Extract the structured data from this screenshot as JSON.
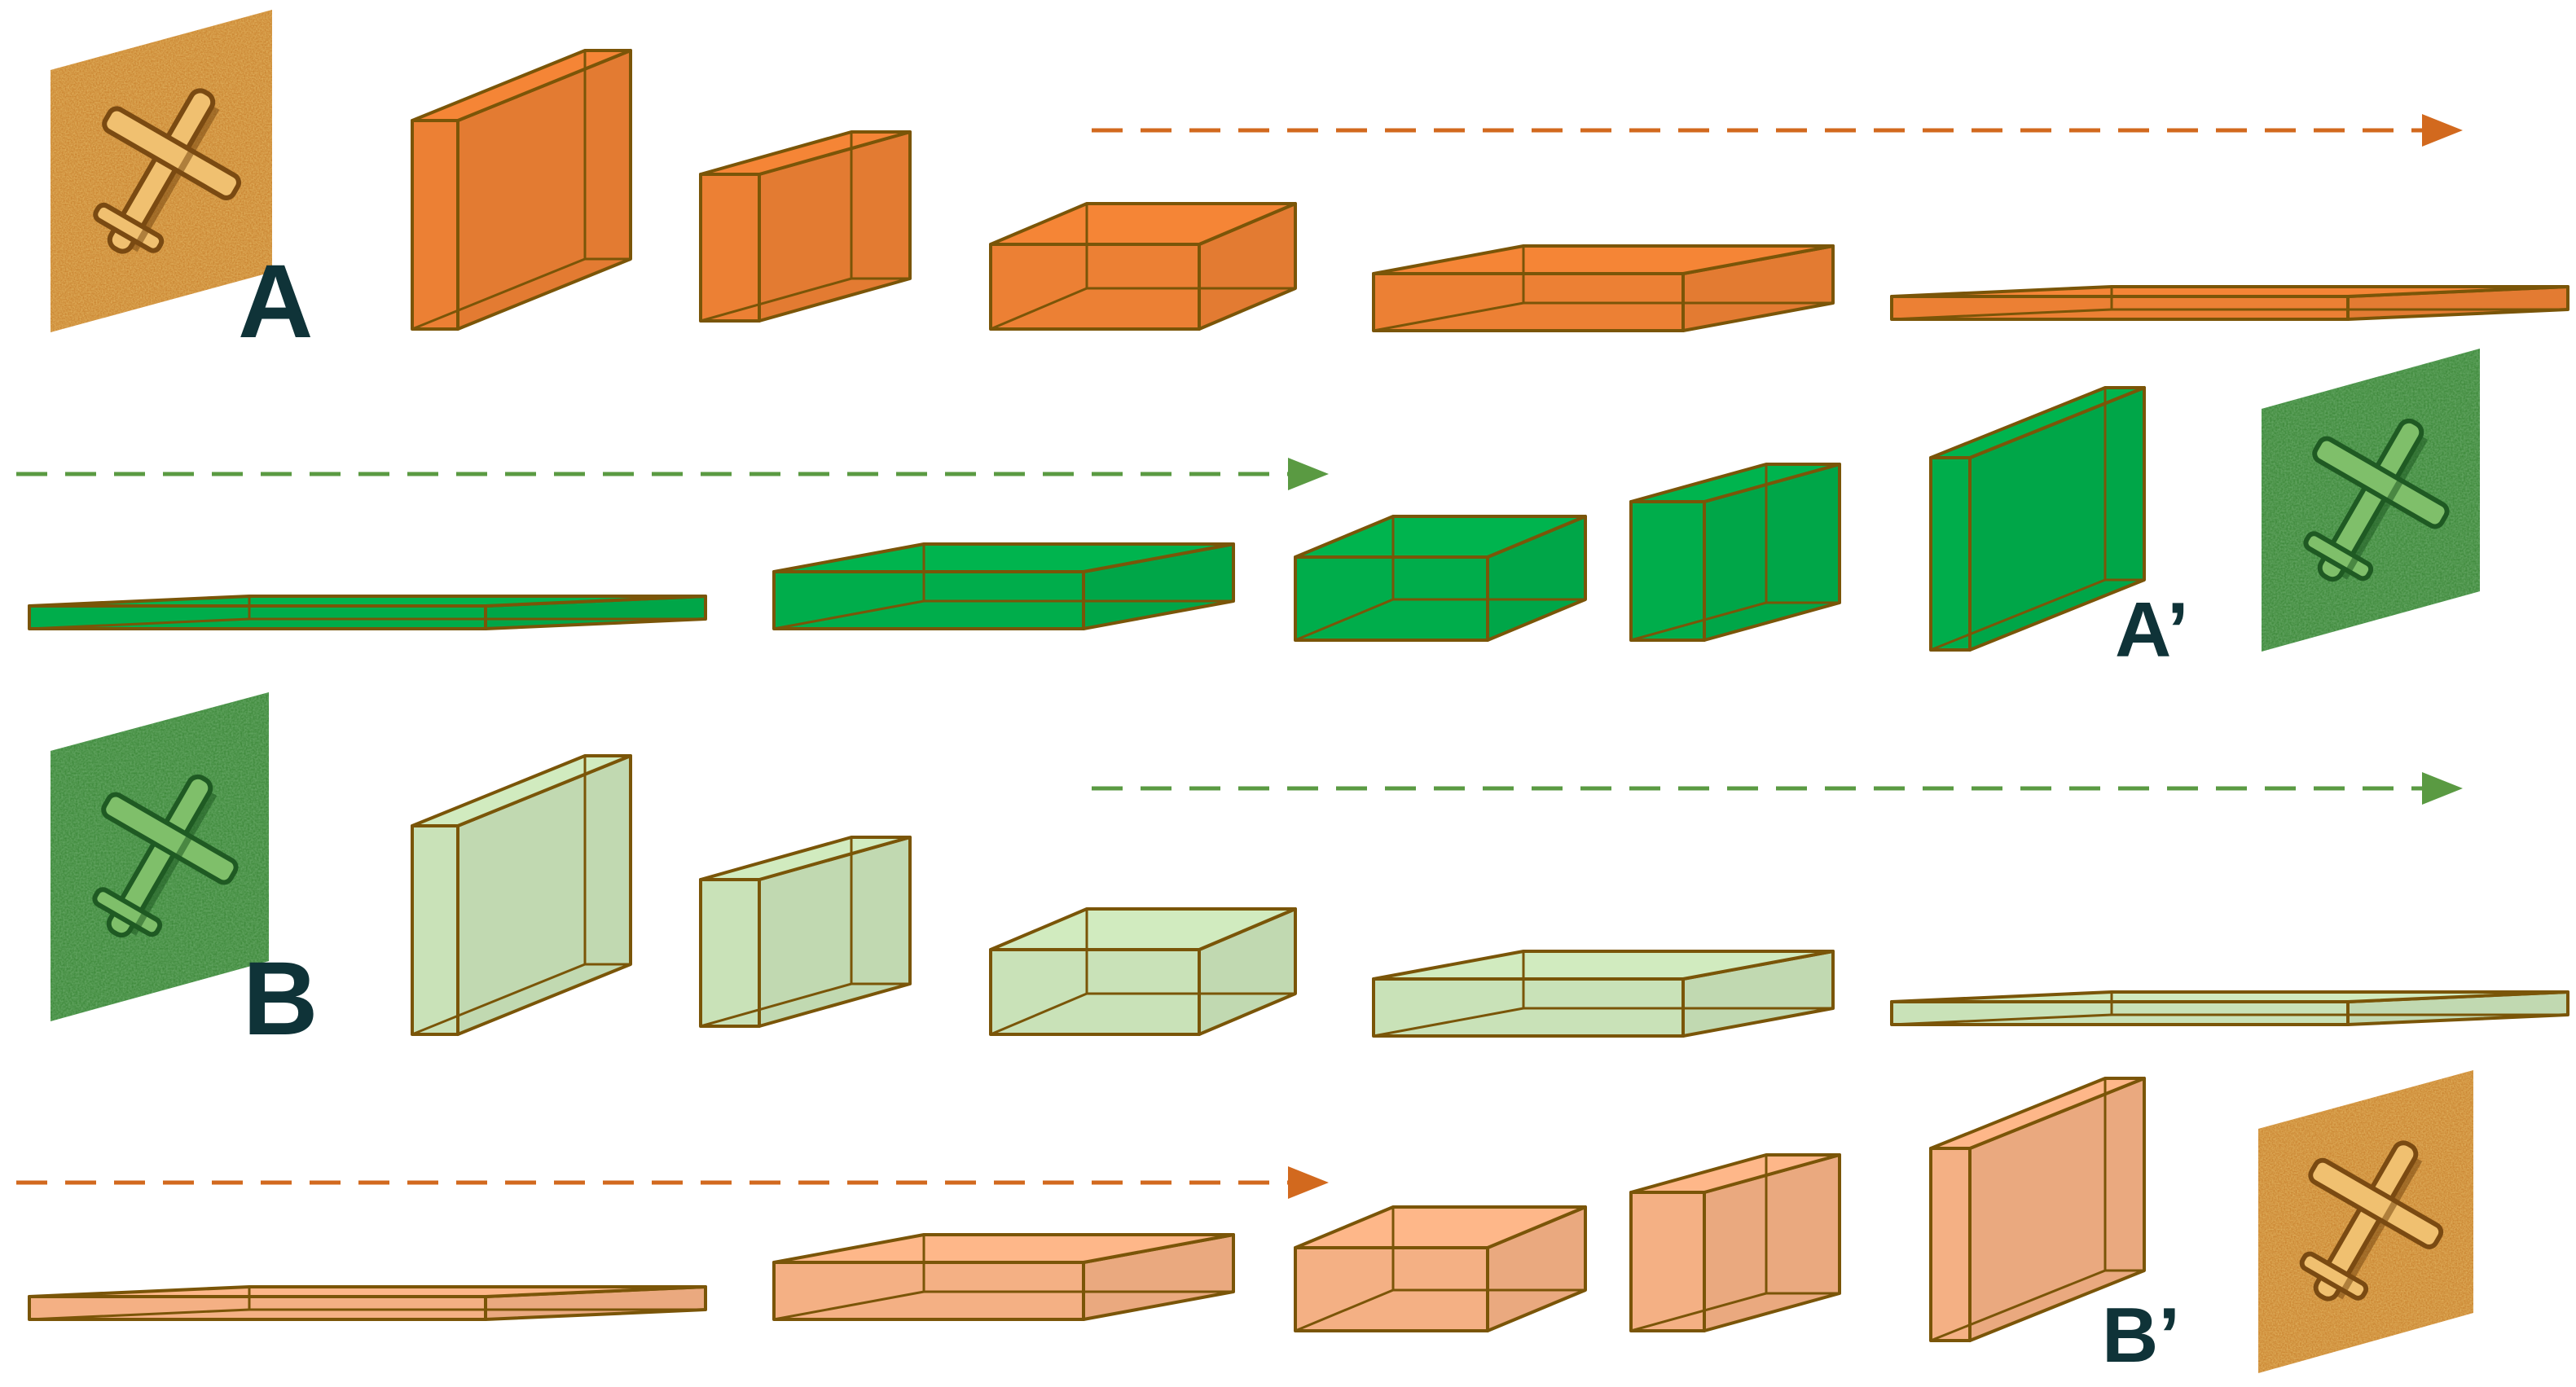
{
  "labels": {
    "A": "A",
    "A_prime": "A’",
    "B": "B",
    "B_prime": "B’"
  },
  "colors": {
    "orange_dark": "#ec8034",
    "green_dark": "#00ad4b",
    "green_light": "#c9e2b8",
    "orange_light": "#f4b084",
    "edge": "#7a5508",
    "arrow_orange": "#d2691e",
    "arrow_green": "#5a9a42",
    "label": "#0f3338"
  },
  "rows": [
    {
      "id": "row-a-encoder",
      "color": "orange_dark",
      "direction": "encoder",
      "arrow": "arrow_orange"
    },
    {
      "id": "row-a-decoder",
      "color": "green_dark",
      "direction": "decoder",
      "arrow": "arrow_green"
    },
    {
      "id": "row-b-encoder",
      "color": "green_light",
      "direction": "encoder",
      "arrow": "arrow_green"
    },
    {
      "id": "row-b-decoder",
      "color": "orange_light",
      "direction": "decoder",
      "arrow": "arrow_orange"
    }
  ],
  "images": {
    "A": {
      "tone": "orange",
      "description_icon": "airplane-icon"
    },
    "A_prime": {
      "tone": "green",
      "description_icon": "airplane-icon"
    },
    "B": {
      "tone": "green",
      "description_icon": "airplane-icon"
    },
    "B_prime": {
      "tone": "orange",
      "description_icon": "airplane-icon"
    }
  }
}
